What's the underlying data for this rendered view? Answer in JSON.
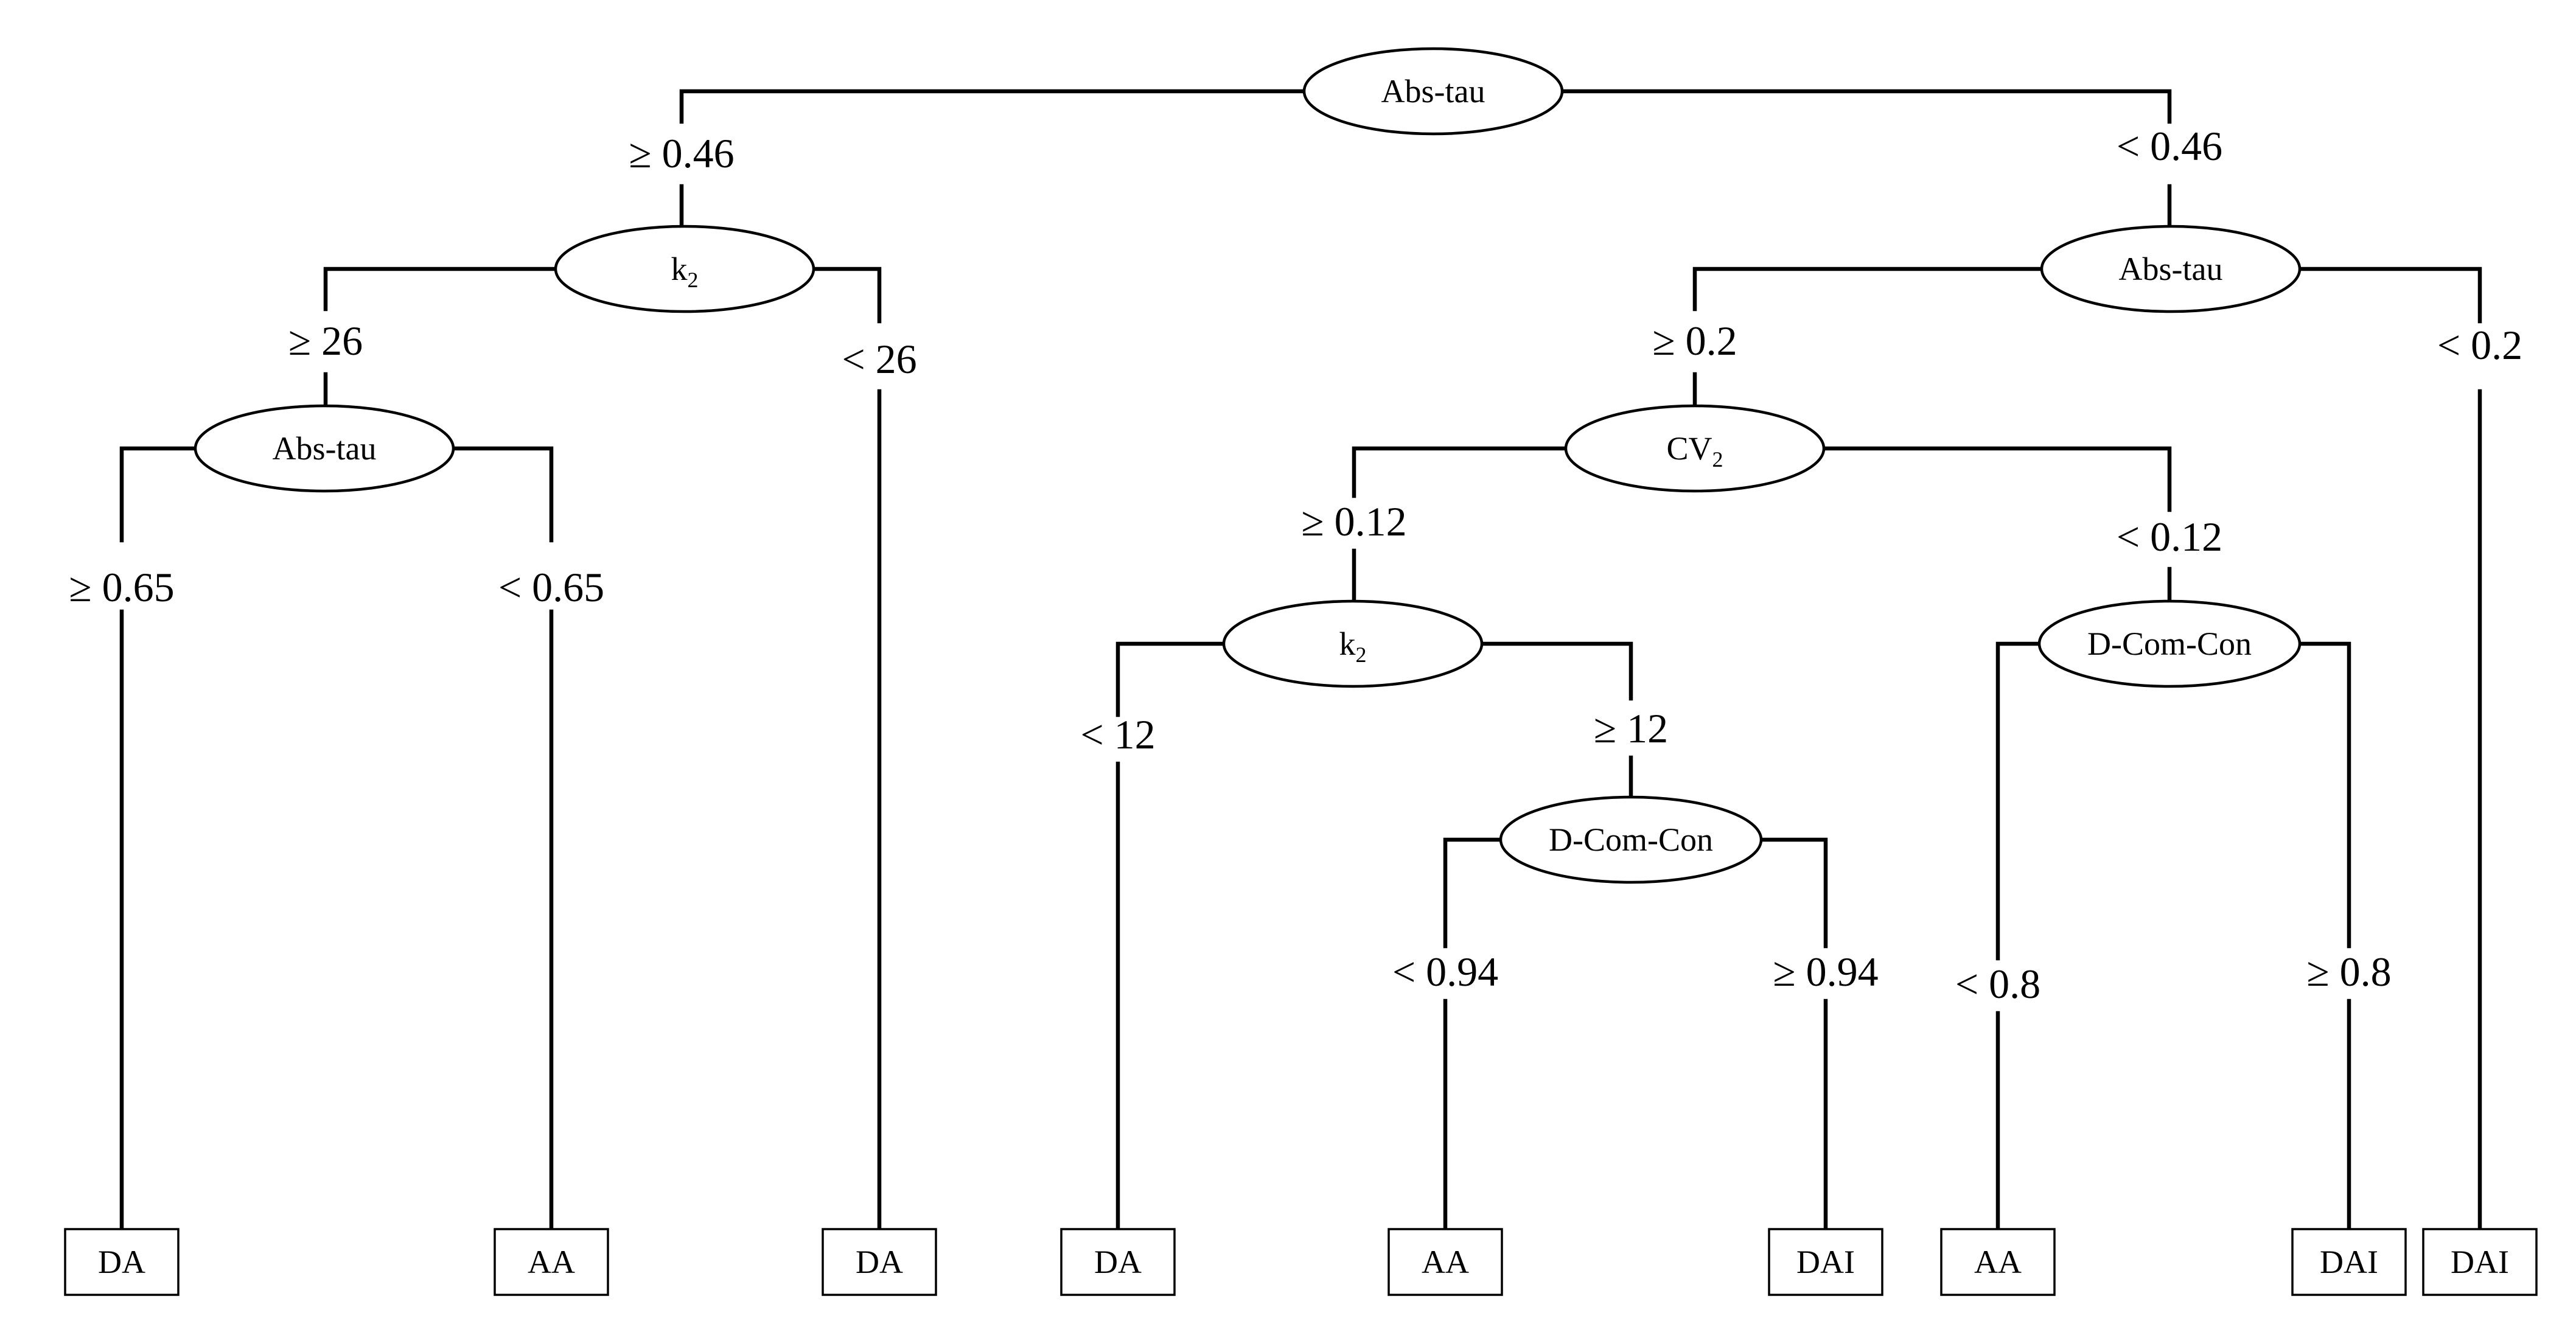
{
  "nodes": {
    "root": {
      "label": "Abs-tau",
      "sub": ""
    },
    "n_k2a": {
      "label": "k",
      "sub": "2"
    },
    "n_absb": {
      "label": "Abs-tau",
      "sub": ""
    },
    "n_absc": {
      "label": "Abs-tau",
      "sub": ""
    },
    "n_cv2": {
      "label": "CV",
      "sub": "2"
    },
    "n_k2b": {
      "label": "k",
      "sub": "2"
    },
    "n_dcc1": {
      "label": "D-Com-Con",
      "sub": ""
    },
    "n_dcc2": {
      "label": "D-Com-Con",
      "sub": ""
    }
  },
  "conditions": {
    "root_left": "≥ 0.46",
    "root_right": "< 0.46",
    "k2a_left": "≥ 26",
    "k2a_right": "< 26",
    "absb_left": "≥ 0.65",
    "absb_right": "< 0.65",
    "absc_left": "≥ 0.2",
    "absc_right": "< 0.2",
    "cv2_left": "≥ 0.12",
    "cv2_right": "< 0.12",
    "k2b_left": "< 12",
    "k2b_right": "≥ 12",
    "dcc1_left": "< 0.94",
    "dcc1_right": "≥ 0.94",
    "dcc2_left": "< 0.8",
    "dcc2_right": "≥ 0.8"
  },
  "leaves": [
    "DA",
    "AA",
    "DA",
    "DA",
    "AA",
    "DAI",
    "AA",
    "DAI",
    "DAI"
  ]
}
